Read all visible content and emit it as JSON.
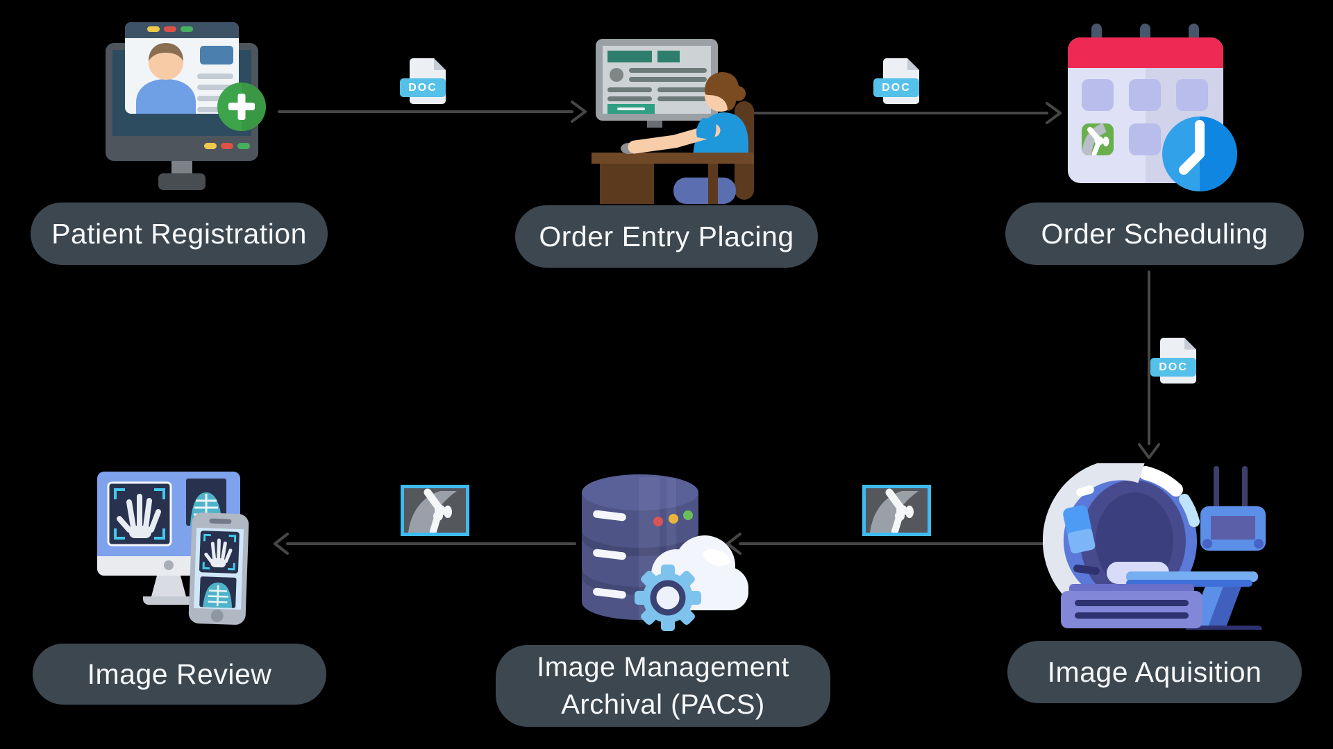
{
  "background": "#000000",
  "colors": {
    "pill_bg": "#3D4750",
    "pill_text": "#F6F8F9",
    "arrow": "#474747",
    "doc_banner_blue": "#55C1E8",
    "xray_frame_cyan": "#3FBBF0"
  },
  "nodes": [
    {
      "id": "patient-registration",
      "label": "Patient Registration",
      "icon": "patient-registration-monitor-icon"
    },
    {
      "id": "order-entry-placing",
      "label": "Order Entry Placing",
      "icon": "clerk-at-workstation-icon"
    },
    {
      "id": "order-scheduling",
      "label": "Order Scheduling",
      "icon": "calendar-clock-icon"
    },
    {
      "id": "image-aquisition",
      "label": "Image Aquisition",
      "icon": "mri-scanner-icon"
    },
    {
      "id": "image-management-archival-pacs",
      "label_line1": "Image Management",
      "label_line2": "Archival (PACS)",
      "icon": "database-cloud-gear-icon"
    },
    {
      "id": "image-review",
      "label": "Image Review",
      "icon": "xray-monitor-phone-icon"
    }
  ],
  "connectors": [
    {
      "from": "patient-registration",
      "to": "order-entry-placing",
      "direction": "right",
      "badge_icon": "doc-file-icon",
      "badge_label": "DOC"
    },
    {
      "from": "order-entry-placing",
      "to": "order-scheduling",
      "direction": "right",
      "badge_icon": "doc-file-icon",
      "badge_label": "DOC"
    },
    {
      "from": "order-scheduling",
      "to": "image-aquisition",
      "direction": "down",
      "badge_icon": "doc-file-icon",
      "badge_label": "DOC"
    },
    {
      "from": "image-aquisition",
      "to": "image-management-archival-pacs",
      "direction": "left",
      "badge_icon": "knee-xray-icon"
    },
    {
      "from": "image-management-archival-pacs",
      "to": "image-review",
      "direction": "left",
      "badge_icon": "knee-xray-icon"
    }
  ]
}
